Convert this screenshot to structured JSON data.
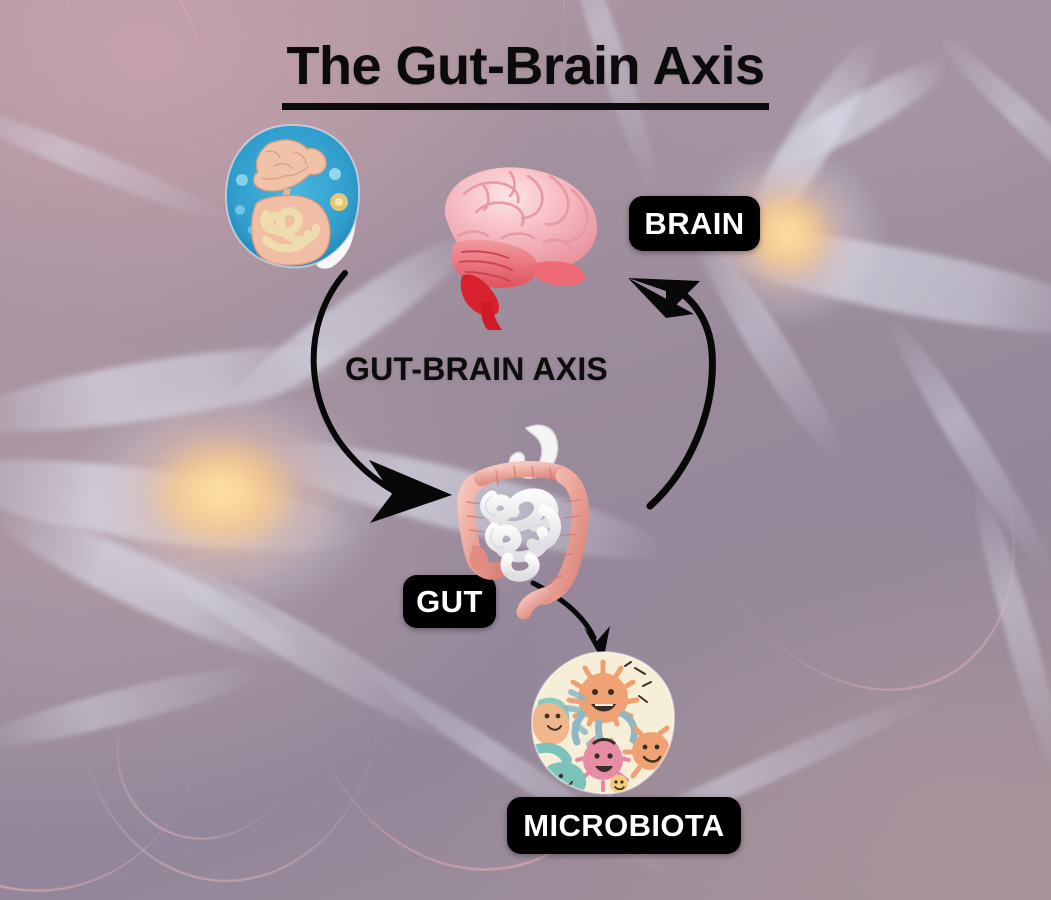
{
  "poster": {
    "title": "The Gut-Brain Axis",
    "axis_caption": "GUT-BRAIN AXIS",
    "background_description": "neuron cells with dendrites on dusty mauve background",
    "colors": {
      "background_base": "#9b8c9a",
      "background_warm": "#b79ba4",
      "label_background": "#000000",
      "label_text": "#ffffff",
      "title_text": "#0b0b0b",
      "brain_pink": "#f2aeb6",
      "brain_red": "#e0303a",
      "gut_salmon": "#eaa69c",
      "gut_white": "#f2f0f1",
      "sticker_blue": "#2f9ccb",
      "sticker_cream": "#f6ecd8",
      "microbe_orange": "#efa179",
      "microbe_pink": "#e88ca4",
      "microbe_teal": "#7cc2bb",
      "soma_gold": "#f9c07f"
    }
  },
  "labels": [
    {
      "id": "brain",
      "text": "BRAIN"
    },
    {
      "id": "gut",
      "text": "GUT"
    },
    {
      "id": "microbiota",
      "text": "MICROBIOTA"
    }
  ],
  "illustrations": [
    {
      "id": "sticker-gutbrain",
      "name": "gut-brain sticker",
      "description": "round sticker of brain connected to intestines on blue field with microbes"
    },
    {
      "id": "brain",
      "name": "brain",
      "description": "3D pink and red human brain, lateral view"
    },
    {
      "id": "gut",
      "name": "digestive system",
      "description": "stomach, small intestine and salmon colored colon"
    },
    {
      "id": "sticker-microbiota",
      "name": "microbiota sticker",
      "description": "cream sticker with cartoon gut bacteria characters"
    }
  ],
  "arrows": [
    {
      "id": "brain-to-gut",
      "from": "BRAIN",
      "to": "GUT",
      "direction": "downward curve"
    },
    {
      "id": "gut-to-brain",
      "from": "GUT",
      "to": "BRAIN",
      "direction": "upward curve"
    },
    {
      "id": "gut-to-microbiota",
      "from": "GUT",
      "to": "MICROBIOTA",
      "direction": "short downward curve"
    }
  ]
}
